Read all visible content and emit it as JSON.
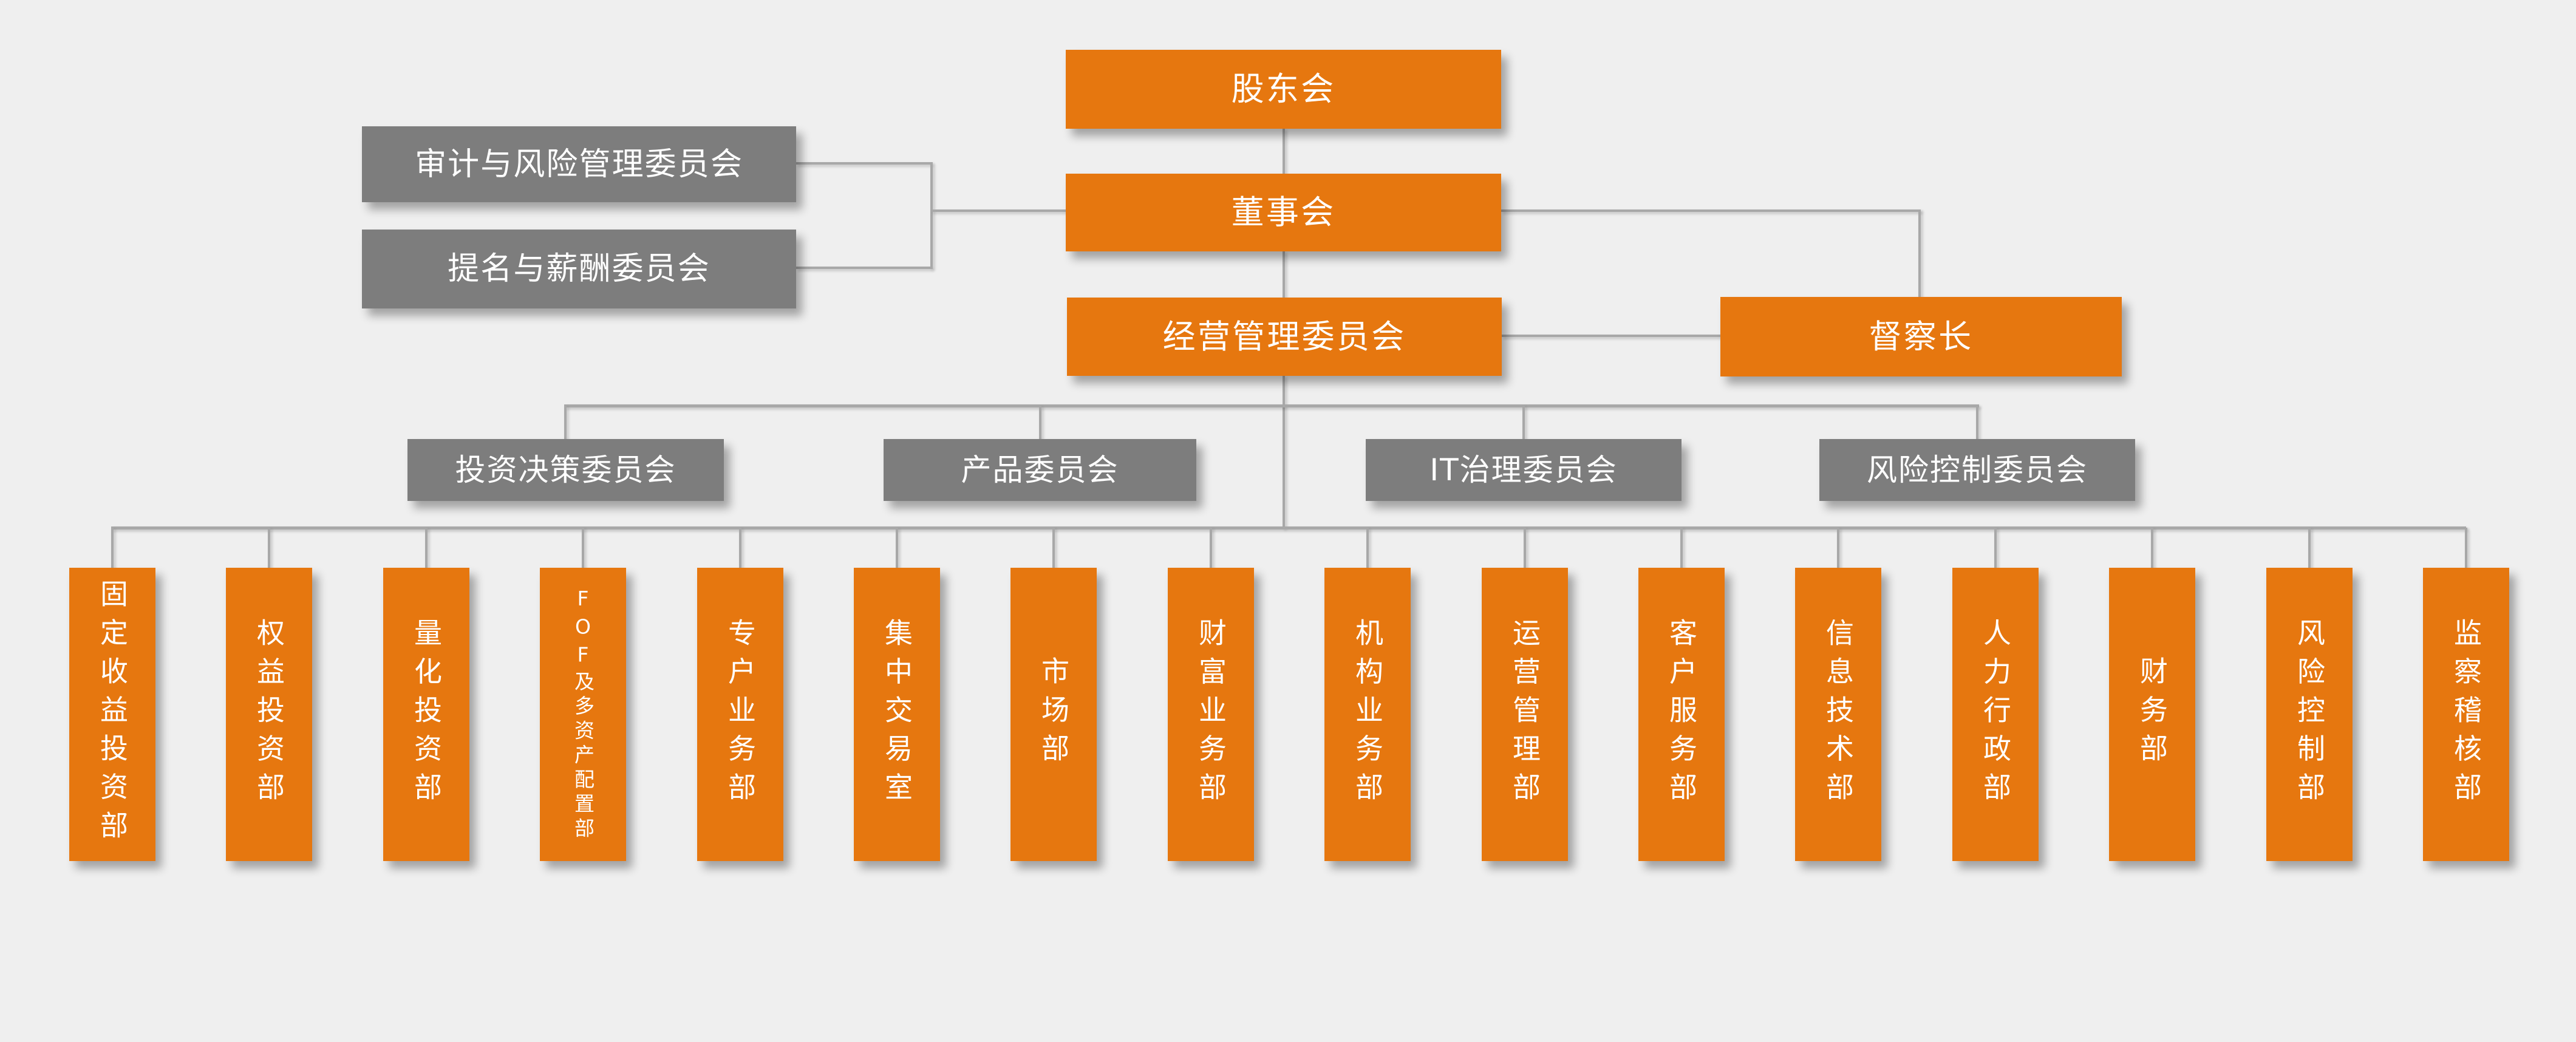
{
  "colors": {
    "orange": "#E6770F",
    "gray": "#7D7D7D",
    "line": "#A8A8A8",
    "bg": "#EFEFEF",
    "text": "#FFFFFF"
  },
  "nodes": {
    "shareholders": "股东会",
    "board": "董事会",
    "management_committee": "经营管理委员会",
    "chief_inspector": "督察长",
    "board_committees": [
      "审计与风险管理委员会",
      "提名与薪酬委员会"
    ],
    "committees": [
      "投资决策委员会",
      "产品委员会",
      "IT治理委员会",
      "风险控制委员会"
    ],
    "departments": [
      "固定收益投资部",
      "权益投资部",
      "量化投资部",
      "FOF及多资产配置部",
      "专户业务部",
      "集中交易室",
      "市场部",
      "财富业务部",
      "机构业务部",
      "运营管理部",
      "客户服务部",
      "信息技术部",
      "人力行政部",
      "财务部",
      "风险控制部",
      "监察稽核部"
    ]
  },
  "edges": [
    [
      "shareholders",
      "board"
    ],
    [
      "board",
      "board_committees.0"
    ],
    [
      "board",
      "board_committees.1"
    ],
    [
      "board",
      "chief_inspector"
    ],
    [
      "board",
      "management_committee"
    ],
    [
      "management_committee",
      "chief_inspector"
    ],
    [
      "management_committee",
      "committees.0"
    ],
    [
      "management_committee",
      "committees.1"
    ],
    [
      "management_committee",
      "committees.2"
    ],
    [
      "management_committee",
      "committees.3"
    ],
    [
      "management_committee",
      "departments.0-15"
    ]
  ]
}
